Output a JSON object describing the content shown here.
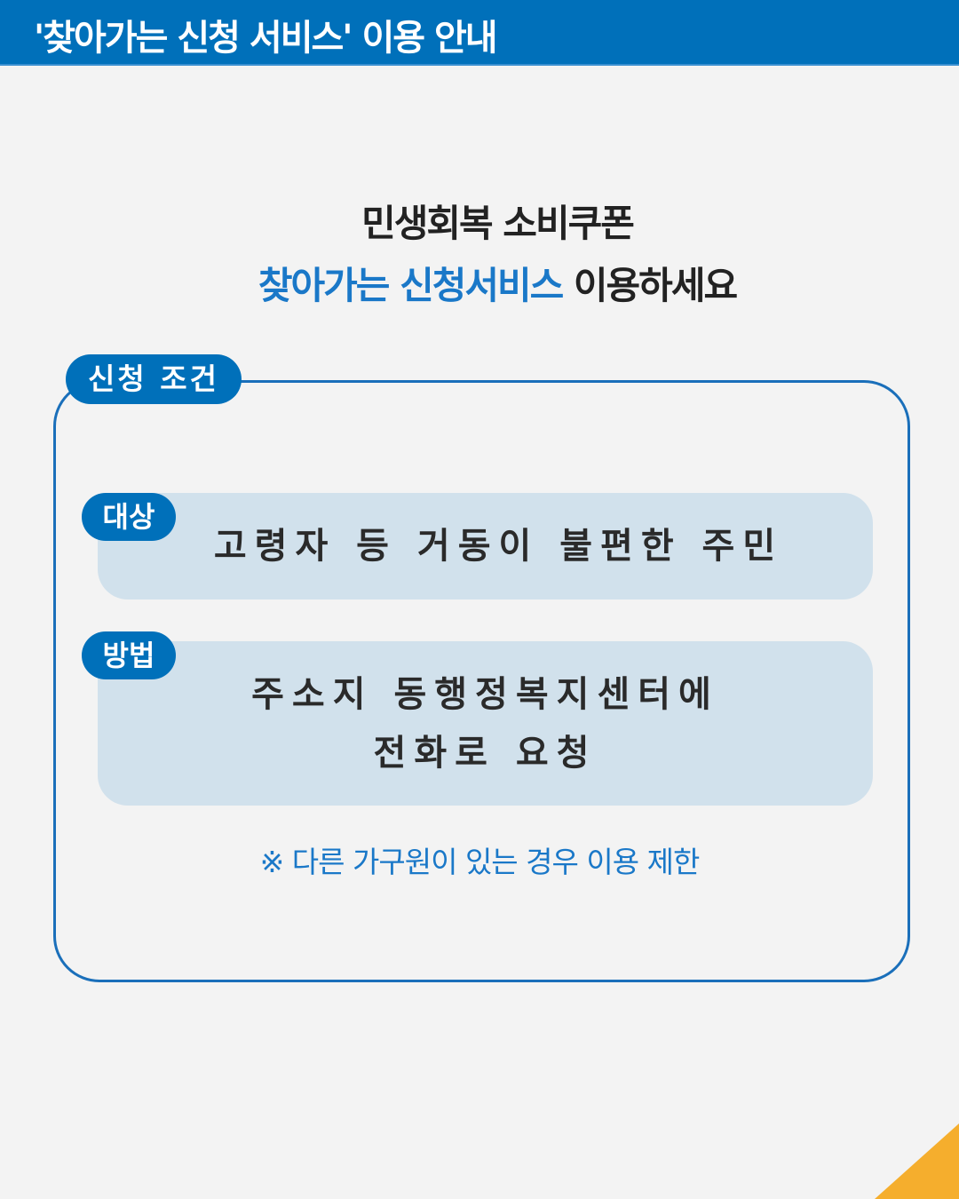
{
  "header": {
    "title": "'찾아가는 신청 서비스' 이용 안내"
  },
  "headline": {
    "line1": "민생회복 소비쿠폰",
    "line2_highlight": "찾아가는 신청서비스",
    "line2_rest": " 이용하세요"
  },
  "conditions": {
    "label": "신청 조건",
    "items": [
      {
        "tag": "대상",
        "lines": [
          "고령자 등 거동이 불편한 주민"
        ]
      },
      {
        "tag": "방법",
        "lines": [
          "주소지 동행정복지센터에",
          "전화로 요청"
        ]
      }
    ],
    "note": "※ 다른 가구원이 있는 경우 이용 제한"
  },
  "colors": {
    "primary": "#0070ba",
    "card": "#d1e1ec",
    "accent": "#f5ae2d",
    "background": "#f3f3f3"
  }
}
